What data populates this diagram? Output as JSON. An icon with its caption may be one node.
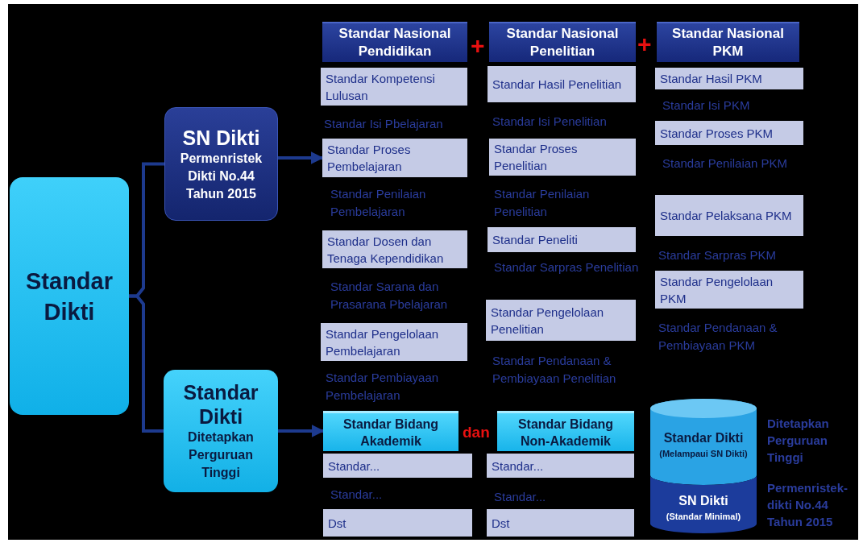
{
  "diagram": {
    "nodes": [
      {
        "text": [
          "Standar Dikti"
        ]
      },
      {
        "text": [
          "SN Dikti",
          "Permenristek Dikti No.44 Tahun 2015"
        ]
      },
      {
        "text": [
          "Standar Dikti",
          "Ditetapkan Perguruan Tinggi"
        ]
      },
      {
        "text": [
          "Standar Nasional Pendidikan"
        ]
      },
      {
        "text": [
          "Standar Nasional Penelitian"
        ]
      },
      {
        "text": [
          "Standar Nasional PKM"
        ]
      },
      {
        "text": [
          "Standar Kompetensi Lulusan"
        ]
      },
      {
        "text": [
          "Standar Proses Pembelajaran"
        ]
      },
      {
        "text": [
          "Standar Dosen dan Tenaga Kependidikan"
        ]
      },
      {
        "text": [
          "Standar Pengelolaan Pembelajaran"
        ]
      },
      {
        "text": [
          "Standar Hasil Penelitian"
        ]
      },
      {
        "text": [
          "Standar Proses Penelitian"
        ]
      },
      {
        "text": [
          "Standar Peneliti"
        ]
      },
      {
        "text": [
          "Standar Pengelolaan Penelitian"
        ]
      },
      {
        "text": [
          "Standar Hasil PKM"
        ]
      },
      {
        "text": [
          "Standar Proses PKM"
        ]
      },
      {
        "text": [
          "Standar Pelaksana PKM"
        ]
      },
      {
        "text": [
          "Standar Pengelolaan PKM"
        ]
      },
      {
        "text": [
          "Standar Bidang Akademik"
        ]
      },
      {
        "text": [
          "Standar Bidang Non-Akademik"
        ]
      },
      {
        "text": [
          "Standar..."
        ]
      },
      {
        "text": [
          "Dst"
        ]
      },
      {
        "text": [
          "Standar..."
        ]
      },
      {
        "text": [
          "Dst"
        ]
      },
      {
        "text": [
          "Standar Dikti",
          "(Melampaui SN Dikti)",
          "SN Dikti",
          "(Standar Minimal)"
        ],
        "beside": [
          "Ditetapkan Perguruan Tinggi",
          "Permenristek-dikti No.44 Tahun 2015"
        ]
      }
    ],
    "edges": [
      {
        "from": 0,
        "to": 1,
        "arrow": "none"
      },
      {
        "from": 0,
        "to": 2,
        "arrow": "none"
      },
      {
        "from": 1,
        "to": 7,
        "arrow": "to"
      },
      {
        "from": 2,
        "to": 18,
        "arrow": "to"
      }
    ],
    "labels": [
      "+",
      "+",
      "dan",
      "Standar Isi Pbelajaran",
      "Standar Penilaian Pembelajaran",
      "Standar Sarana dan Prasarana Pbelajaran",
      "Standar Pembiayaan Pembelajaran",
      "Standar...",
      "Standar Isi Penelitian",
      "Standar Penilaian Penelitian",
      "Standar Sarpras Penelitian",
      "Standar Pendanaan & Pembiayaan Penelitian",
      "Standar...",
      "Standar Isi PKM",
      "Standar Penilaian PKM",
      "Standar Sarpras PKM",
      "Standar Pendanaan & Pembiayaan PKM"
    ]
  }
}
